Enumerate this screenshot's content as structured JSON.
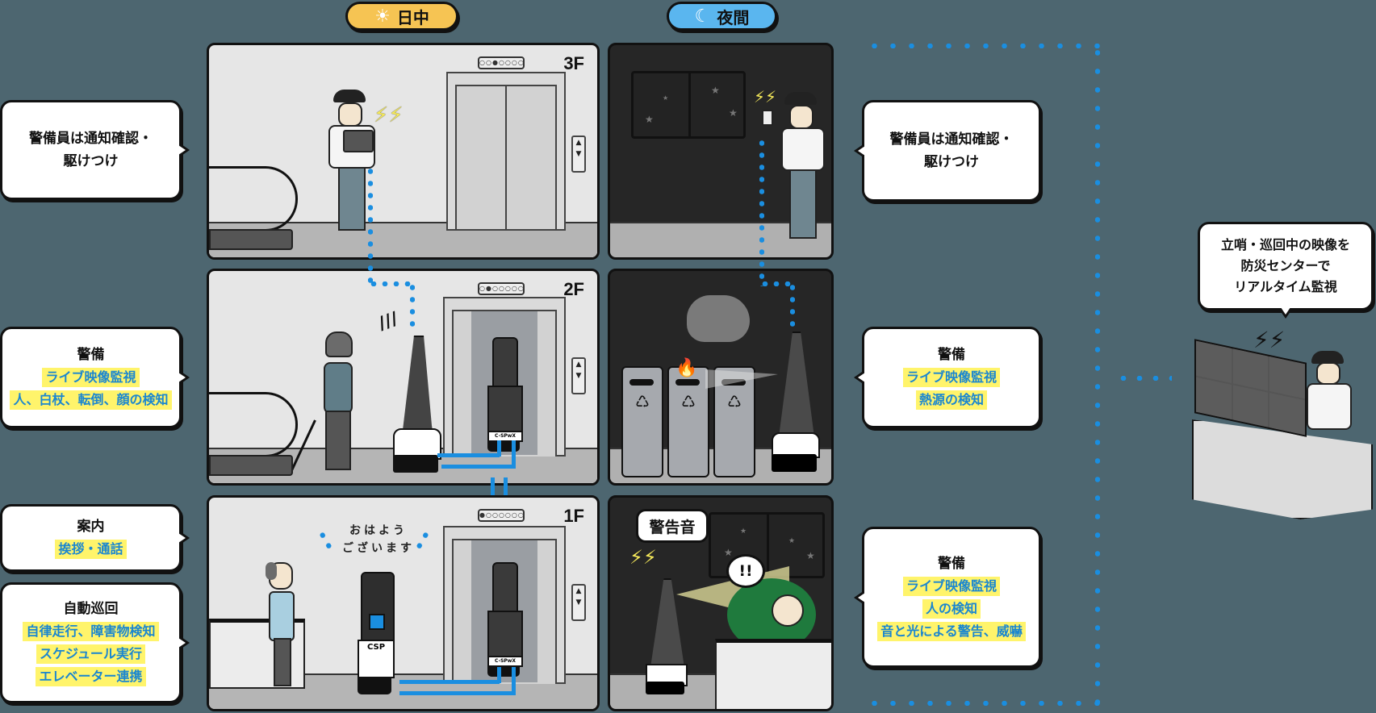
{
  "headers": {
    "day": {
      "label": "日中",
      "icon": "sun-icon",
      "color": "#f6c453"
    },
    "night": {
      "label": "夜間",
      "icon": "moon-icon",
      "color": "#5ab6ef"
    }
  },
  "colors": {
    "background": "#4d6670",
    "highlight_bg": "#fff46b",
    "highlight_text": "#1a86d0",
    "route_blue": "#1a8ee0"
  },
  "floors": {
    "f3": {
      "label": "3F",
      "indicator": "○○●○○○○"
    },
    "f2": {
      "label": "2F",
      "indicator": "○●○○○○○"
    },
    "f1": {
      "label": "1F",
      "indicator": "●○○○○○○"
    }
  },
  "panels": {
    "day_1f": {
      "greeting_line1": "おはよう",
      "greeting_line2": "ございます",
      "robot_brand": "CSP",
      "robot_model": "C-SPwX"
    },
    "day_2f": {
      "robot_model": "C-SPwX"
    },
    "night_1f": {
      "alarm_label": "警告音",
      "exclaim": "!!"
    }
  },
  "left_bubbles": [
    {
      "title": "警備員は通知確認・駆けつけ",
      "title_line1": "警備員は通知確認・",
      "title_line2": "駆けつけ",
      "items": []
    },
    {
      "title": "警備",
      "items": [
        "ライブ映像監視",
        "人、白杖、転倒、顔の検知"
      ]
    },
    {
      "title": "案内",
      "items": [
        "挨拶・通話"
      ]
    },
    {
      "title": "自動巡回",
      "items": [
        "自律走行、障害物検知",
        "スケジュール実行",
        "エレベーター連携"
      ]
    }
  ],
  "right_bubbles": [
    {
      "title_line1": "警備員は通知確認・",
      "title_line2": "駆けつけ",
      "items": []
    },
    {
      "title": "警備",
      "items": [
        "ライブ映像監視",
        "熱源の検知"
      ]
    },
    {
      "title": "警備",
      "items": [
        "ライブ映像監視",
        "人の検知",
        "音と光による警告、威嚇"
      ]
    }
  ],
  "monitor_center": {
    "line1": "立哨・巡回中の映像を",
    "line2": "防災センターで",
    "line3": "リアルタイム監視"
  }
}
